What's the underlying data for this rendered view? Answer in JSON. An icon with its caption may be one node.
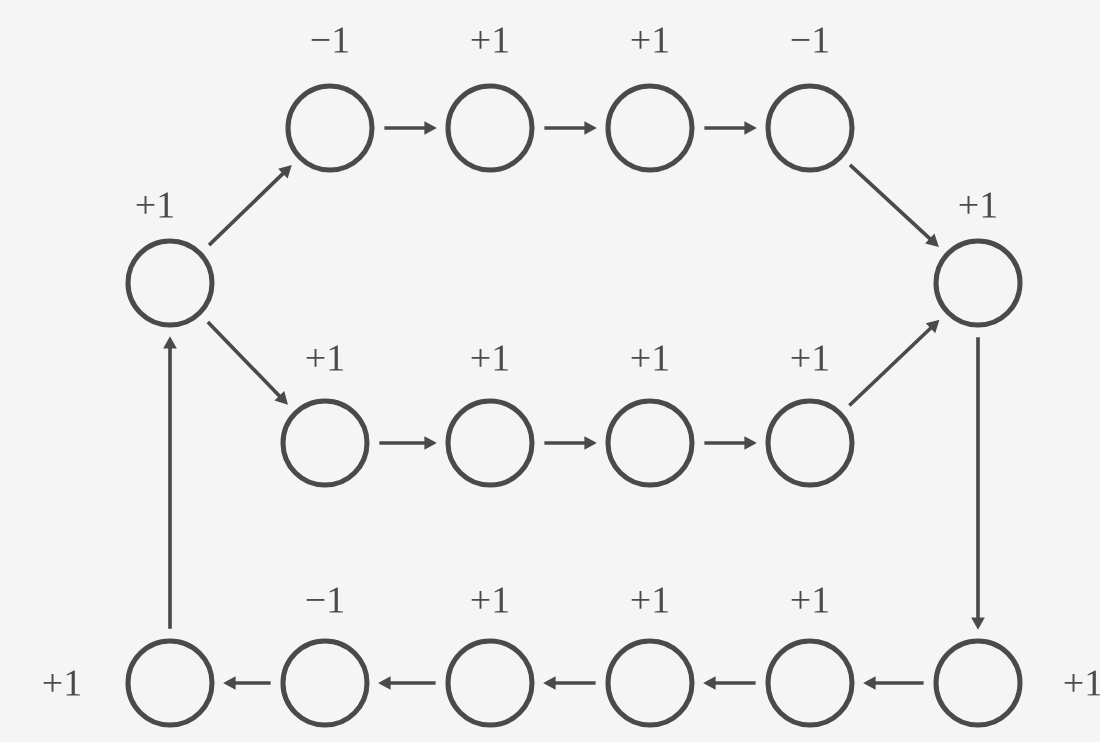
{
  "diagram": {
    "nodes": [
      {
        "text": [],
        "shape": "circle",
        "beside": [
          "−1"
        ]
      },
      {
        "text": [],
        "shape": "circle",
        "beside": [
          "+1"
        ]
      },
      {
        "text": [],
        "shape": "circle",
        "beside": [
          "+1"
        ]
      },
      {
        "text": [],
        "shape": "circle",
        "beside": [
          "−1"
        ]
      },
      {
        "text": [],
        "shape": "circle",
        "beside": [
          "+1"
        ]
      },
      {
        "text": [],
        "shape": "circle",
        "beside": [
          "+1"
        ]
      },
      {
        "text": [],
        "shape": "circle",
        "beside": [
          "+1"
        ]
      },
      {
        "text": [],
        "shape": "circle",
        "beside": [
          "+1"
        ]
      },
      {
        "text": [],
        "shape": "circle",
        "beside": [
          "+1"
        ]
      },
      {
        "text": [],
        "shape": "circle",
        "beside": [
          "+1"
        ]
      },
      {
        "text": [],
        "shape": "circle",
        "beside": [
          "+1"
        ]
      },
      {
        "text": [],
        "shape": "circle",
        "beside": [
          "−1"
        ]
      },
      {
        "text": [],
        "shape": "circle",
        "beside": [
          "+1"
        ]
      },
      {
        "text": [],
        "shape": "circle",
        "beside": [
          "+1"
        ]
      },
      {
        "text": [],
        "shape": "circle",
        "beside": [
          "+1"
        ]
      },
      {
        "text": [],
        "shape": "circle",
        "beside": [
          "+1"
        ]
      }
    ],
    "edges": [
      {
        "from": 4,
        "to": 0,
        "arrow": "to"
      },
      {
        "from": 0,
        "to": 1,
        "arrow": "to"
      },
      {
        "from": 1,
        "to": 2,
        "arrow": "to"
      },
      {
        "from": 2,
        "to": 3,
        "arrow": "to"
      },
      {
        "from": 3,
        "to": 5,
        "arrow": "to"
      },
      {
        "from": 4,
        "to": 6,
        "arrow": "to"
      },
      {
        "from": 6,
        "to": 7,
        "arrow": "to"
      },
      {
        "from": 7,
        "to": 8,
        "arrow": "to"
      },
      {
        "from": 8,
        "to": 9,
        "arrow": "to"
      },
      {
        "from": 9,
        "to": 5,
        "arrow": "to"
      },
      {
        "from": 5,
        "to": 15,
        "arrow": "to"
      },
      {
        "from": 15,
        "to": 14,
        "arrow": "to"
      },
      {
        "from": 14,
        "to": 13,
        "arrow": "to"
      },
      {
        "from": 13,
        "to": 12,
        "arrow": "to"
      },
      {
        "from": 12,
        "to": 11,
        "arrow": "to"
      },
      {
        "from": 11,
        "to": 10,
        "arrow": "to"
      },
      {
        "from": 10,
        "to": 4,
        "arrow": "to"
      }
    ]
  }
}
